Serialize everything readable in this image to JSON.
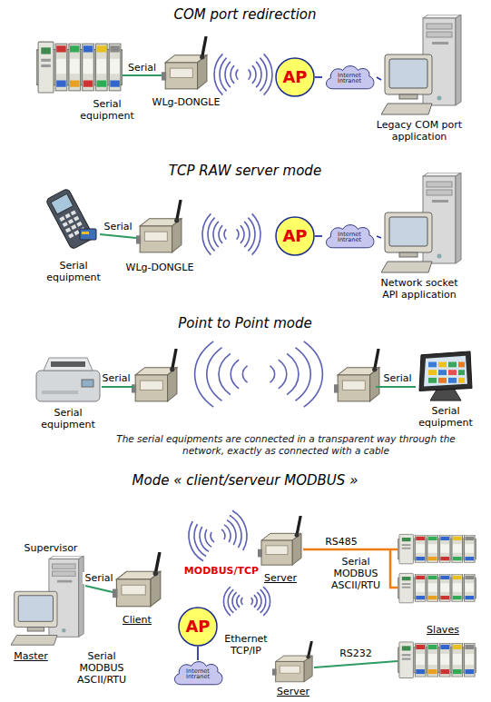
{
  "diagram": {
    "nodes": [
      {
        "text": [
          "Serial equipment"
        ]
      },
      {
        "text": [
          "WLg-DONGLE"
        ]
      },
      {
        "text": [
          "AP"
        ]
      },
      {
        "text": [
          "Internet Intranet"
        ]
      },
      {
        "text": [
          "Legacy COM port application"
        ]
      },
      {
        "text": [
          "Serial equipment"
        ]
      },
      {
        "text": [
          "WLg-DONGLE"
        ]
      },
      {
        "text": [
          "AP"
        ]
      },
      {
        "text": [
          "Internet Intranet"
        ]
      },
      {
        "text": [
          "Network socket API application"
        ]
      },
      {
        "text": [
          "Serial equipment"
        ]
      },
      {
        "text": [
          "Serial equipment"
        ]
      },
      {
        "text": [
          "Supervisor",
          "Master"
        ]
      },
      {
        "text": [
          "Client"
        ]
      },
      {
        "text": [
          "Server"
        ]
      },
      {
        "text": [
          "AP"
        ]
      },
      {
        "text": [
          "Slaves"
        ]
      },
      {
        "text": [
          "Server"
        ]
      },
      {
        "text": [
          "Internet Intranet"
        ]
      }
    ],
    "edges": [
      {
        "from": 0,
        "to": 1,
        "label": "Serial",
        "arrow": "none"
      },
      {
        "from": 2,
        "to": 3,
        "arrow": "none"
      },
      {
        "from": 3,
        "to": 4,
        "arrow": "none"
      },
      {
        "from": 5,
        "to": 6,
        "label": "Serial",
        "arrow": "none"
      },
      {
        "from": 7,
        "to": 8,
        "arrow": "none"
      },
      {
        "from": 8,
        "to": 9,
        "arrow": "none"
      },
      {
        "from": 12,
        "to": 13,
        "label": "Serial",
        "arrow": "none"
      },
      {
        "from": 15,
        "to": 18,
        "arrow": "none"
      },
      {
        "from": 17,
        "to": 16,
        "label": "RS232",
        "arrow": "none"
      }
    ],
    "labels": [
      "COM port redirection",
      "TCP RAW server mode",
      "Point to Point mode",
      "Serial",
      "Serial",
      "The serial equipments are connected in a transparent way through the network, exactly as connected with a cable",
      "Mode « client/serveur MODBUS »",
      "MODBUS/TCP",
      "RS485",
      "Serial MODBUS ASCII/RTU",
      "Ethernet TCP/IP",
      "Serial MODBUS ASCII/RTU"
    ]
  }
}
